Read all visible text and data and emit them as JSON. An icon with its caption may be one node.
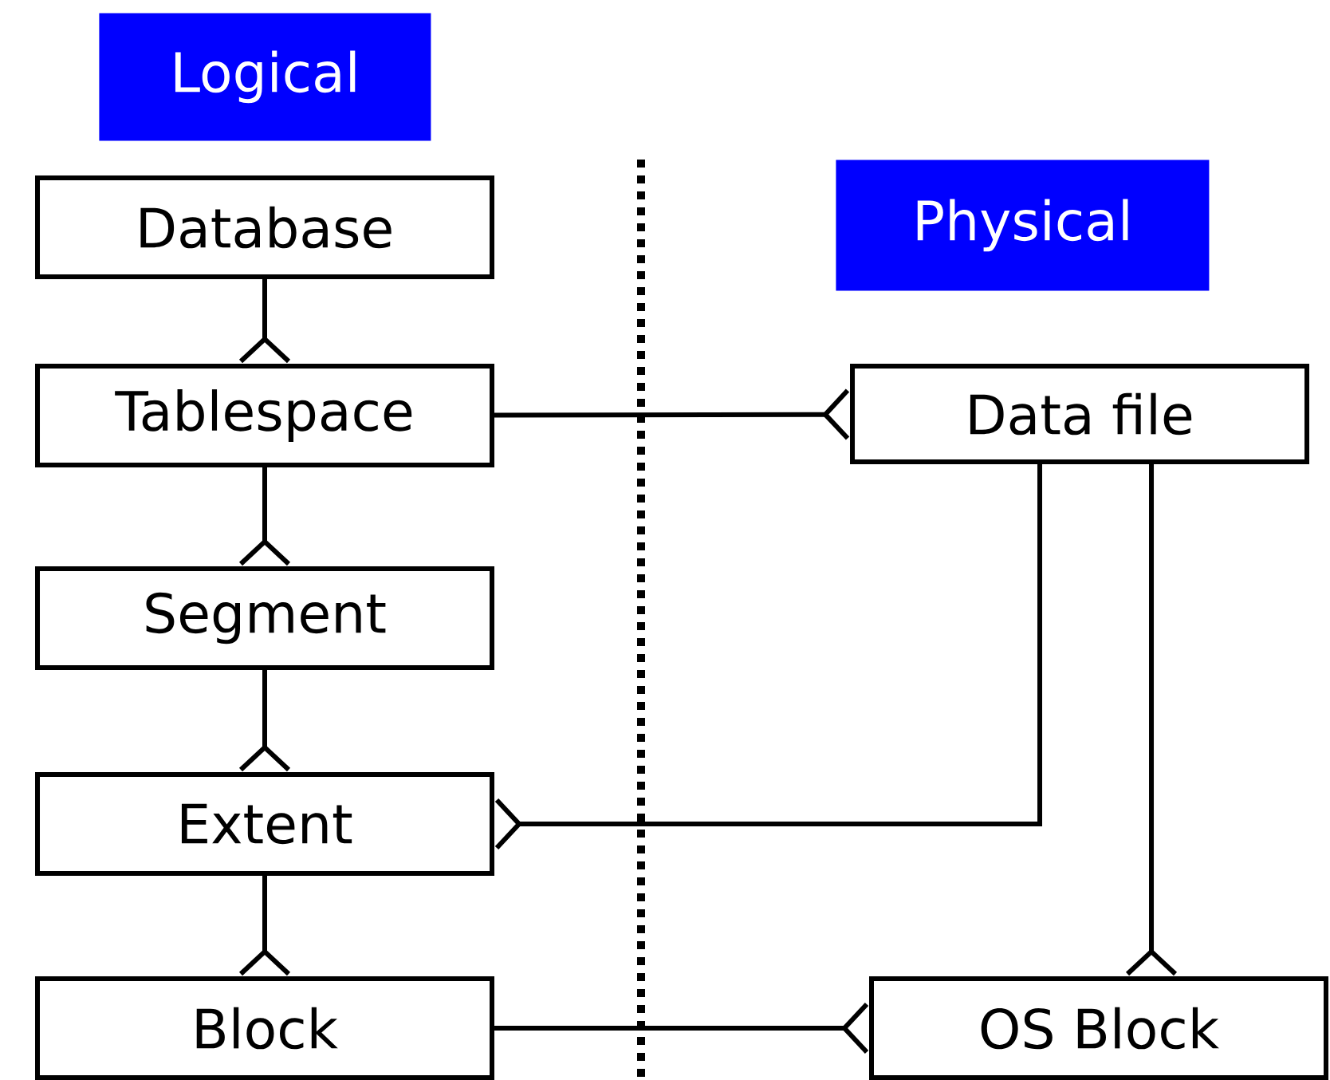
{
  "diagram": {
    "nodes": [
      {
        "text": [
          "Logical"
        ]
      },
      {
        "text": [
          "Physical"
        ]
      },
      {
        "text": [
          "Database"
        ]
      },
      {
        "text": [
          "Tablespace"
        ]
      },
      {
        "text": [
          "Segment"
        ]
      },
      {
        "text": [
          "Extent"
        ]
      },
      {
        "text": [
          "Block"
        ]
      },
      {
        "text": [
          "Data file"
        ]
      },
      {
        "text": [
          "OS Block"
        ]
      }
    ],
    "edges": [
      {
        "from": 2,
        "to": 3,
        "arrow": "other"
      },
      {
        "from": 3,
        "to": 7,
        "arrow": "other"
      },
      {
        "from": 3,
        "to": 4,
        "arrow": "other"
      },
      {
        "from": 4,
        "to": 5,
        "arrow": "other"
      },
      {
        "from": 5,
        "to": 6,
        "arrow": "other"
      },
      {
        "from": 7,
        "to": 5,
        "arrow": "other"
      },
      {
        "from": 7,
        "to": 8,
        "arrow": "other"
      },
      {
        "from": 6,
        "to": 8,
        "arrow": "other"
      }
    ]
  }
}
